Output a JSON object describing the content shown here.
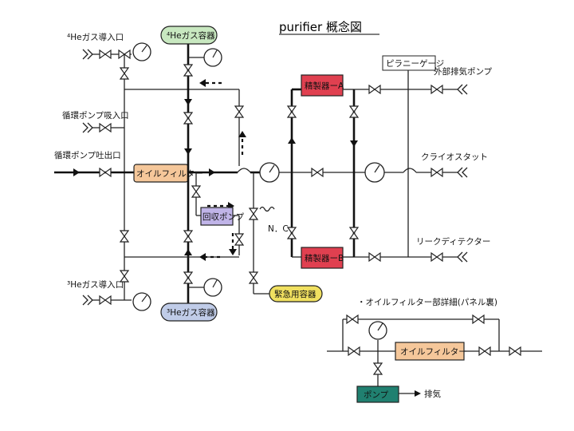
{
  "title": "purifier 概念図",
  "labels": {
    "he4_inlet": "⁴Heガス導入口",
    "circ_pump_inlet": "循環ポンプ吸入口",
    "circ_pump_outlet": "循環ポンプ吐出口",
    "he3_inlet": "³Heガス導入口",
    "pirani_gauge": "ピラニーゲージ",
    "ext_pump": "外部排気ポンプ",
    "cryostat": "クライオスタット",
    "leak_detector": "リークディテクター",
    "nc": "N．C",
    "detail_caption": "・オイルフィルター部詳細(パネル裏)",
    "exhaust": "排気"
  },
  "boxes": {
    "he4_container": "⁴Heガス容器",
    "he3_container": "³Heガス容器",
    "oil_filter": "オイルフィルター",
    "recovery_pump": "回収ポンプ",
    "purifier_a": "精製器ーA",
    "purifier_b": "精製器ーB",
    "emergency_container": "緊急用容器",
    "detail_oil_filter": "オイルフィルター",
    "detail_pump": "ポンプ"
  },
  "colors": {
    "he_container": "#c8e8c0",
    "he3_container": "#c0cce8",
    "oil_filter": "#f5c79a",
    "recovery_pump": "#c0b4e8",
    "purifier": "#e04050",
    "emergency": "#f0e060",
    "detail_pump": "#208070"
  }
}
